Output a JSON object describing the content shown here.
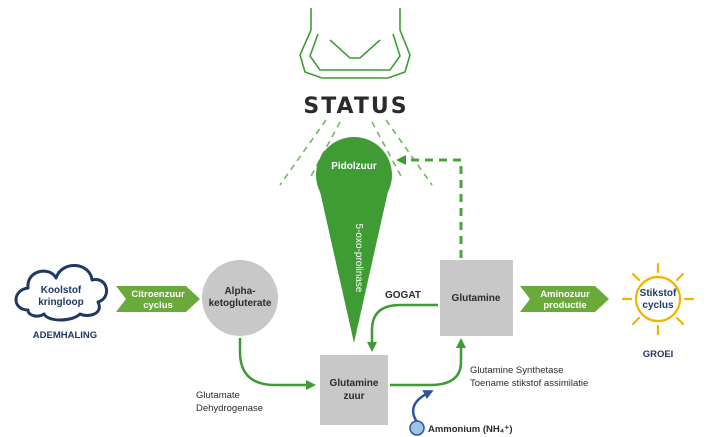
{
  "status_label": "STATUS",
  "colors": {
    "green": "#3f9c35",
    "green_dashed": "#4aa33b",
    "blue_dark": "#1f3864",
    "blue_arrow": "#2e5597",
    "grey_box": "#c8c8c8",
    "sun": "#f0b400",
    "text_dark": "#1f3864"
  },
  "nodes": {
    "koolstof_line1": "Koolstof",
    "koolstof_line2": "kringloop",
    "ademhaling": "ADEMHALING",
    "citroenzuur_line1": "Citroenzuur",
    "citroenzuur_line2": "cyclus",
    "alpha_line1": "Alpha-",
    "alpha_line2": "ketogluterate",
    "pidolzuur": "Pidolzuur",
    "oxoprolinase": "5-oxo-prolinase",
    "glutamine": "Glutamine",
    "glutaminezuur_line1": "Glutamine",
    "glutaminezuur_line2": "zuur",
    "aminozuur_line1": "Aminozuur",
    "aminozuur_line2": "productie",
    "stikstof_line1": "Stikstof",
    "stikstof_line2": "cyclus",
    "groei": "GROEI",
    "ammonium": "Ammonium (NH₄⁺)"
  },
  "labels": {
    "gogat": "GOGAT",
    "glutamate_line1": "Glutamate",
    "glutamate_line2": "Dehydrogenase",
    "synthetase_line1": "Glutamine Synthetase",
    "synthetase_line2": "Toename stikstof assimilatie"
  }
}
